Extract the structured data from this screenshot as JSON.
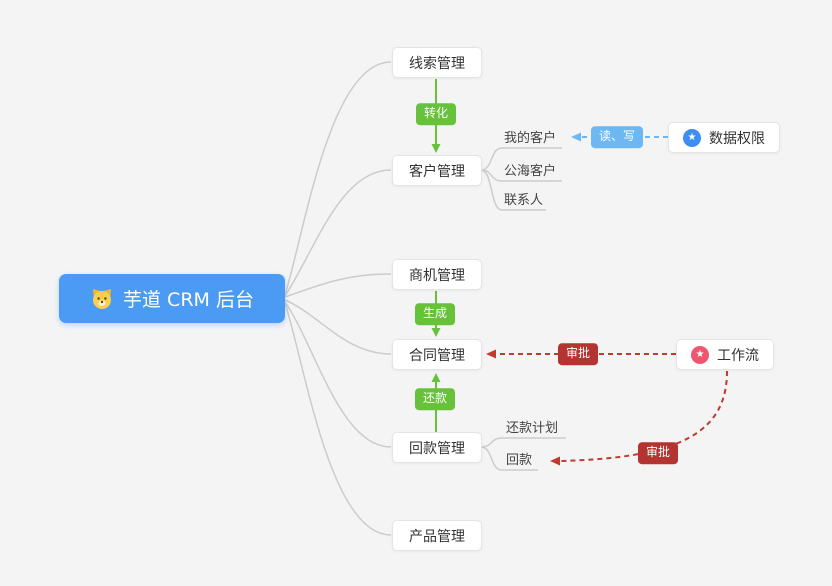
{
  "root": {
    "label": "芋道 CRM 后台"
  },
  "nodes": {
    "clue": {
      "label": "线索管理"
    },
    "customer": {
      "label": "客户管理"
    },
    "opportunity": {
      "label": "商机管理"
    },
    "contract": {
      "label": "合同管理"
    },
    "receivable": {
      "label": "回款管理"
    },
    "product": {
      "label": "产品管理"
    },
    "data_permission": {
      "label": "数据权限"
    },
    "workflow": {
      "label": "工作流"
    }
  },
  "customer_children": {
    "my": "我的客户",
    "pool": "公海客户",
    "contact": "联系人"
  },
  "receivable_children": {
    "plan": "还款计划",
    "payment": "回款"
  },
  "badges": {
    "convert": {
      "label": "转化"
    },
    "generate": {
      "label": "生成"
    },
    "repay": {
      "label": "还款"
    },
    "read_write": {
      "label": "读、写"
    },
    "approve_contract": {
      "label": "审批"
    },
    "approve_receivable": {
      "label": "审批"
    }
  },
  "colors": {
    "background": "#f4f4f5",
    "root_bg": "#4b9bf5",
    "green": "#67c23a",
    "blue": "#6db8f2",
    "red": "#b33430",
    "red_line": "#bf3a2f",
    "connector": "#cccccc",
    "node_border": "#e4e4e6",
    "permission_icon_bg": "#3d8df5",
    "workflow_icon_bg": "#f0566e"
  }
}
